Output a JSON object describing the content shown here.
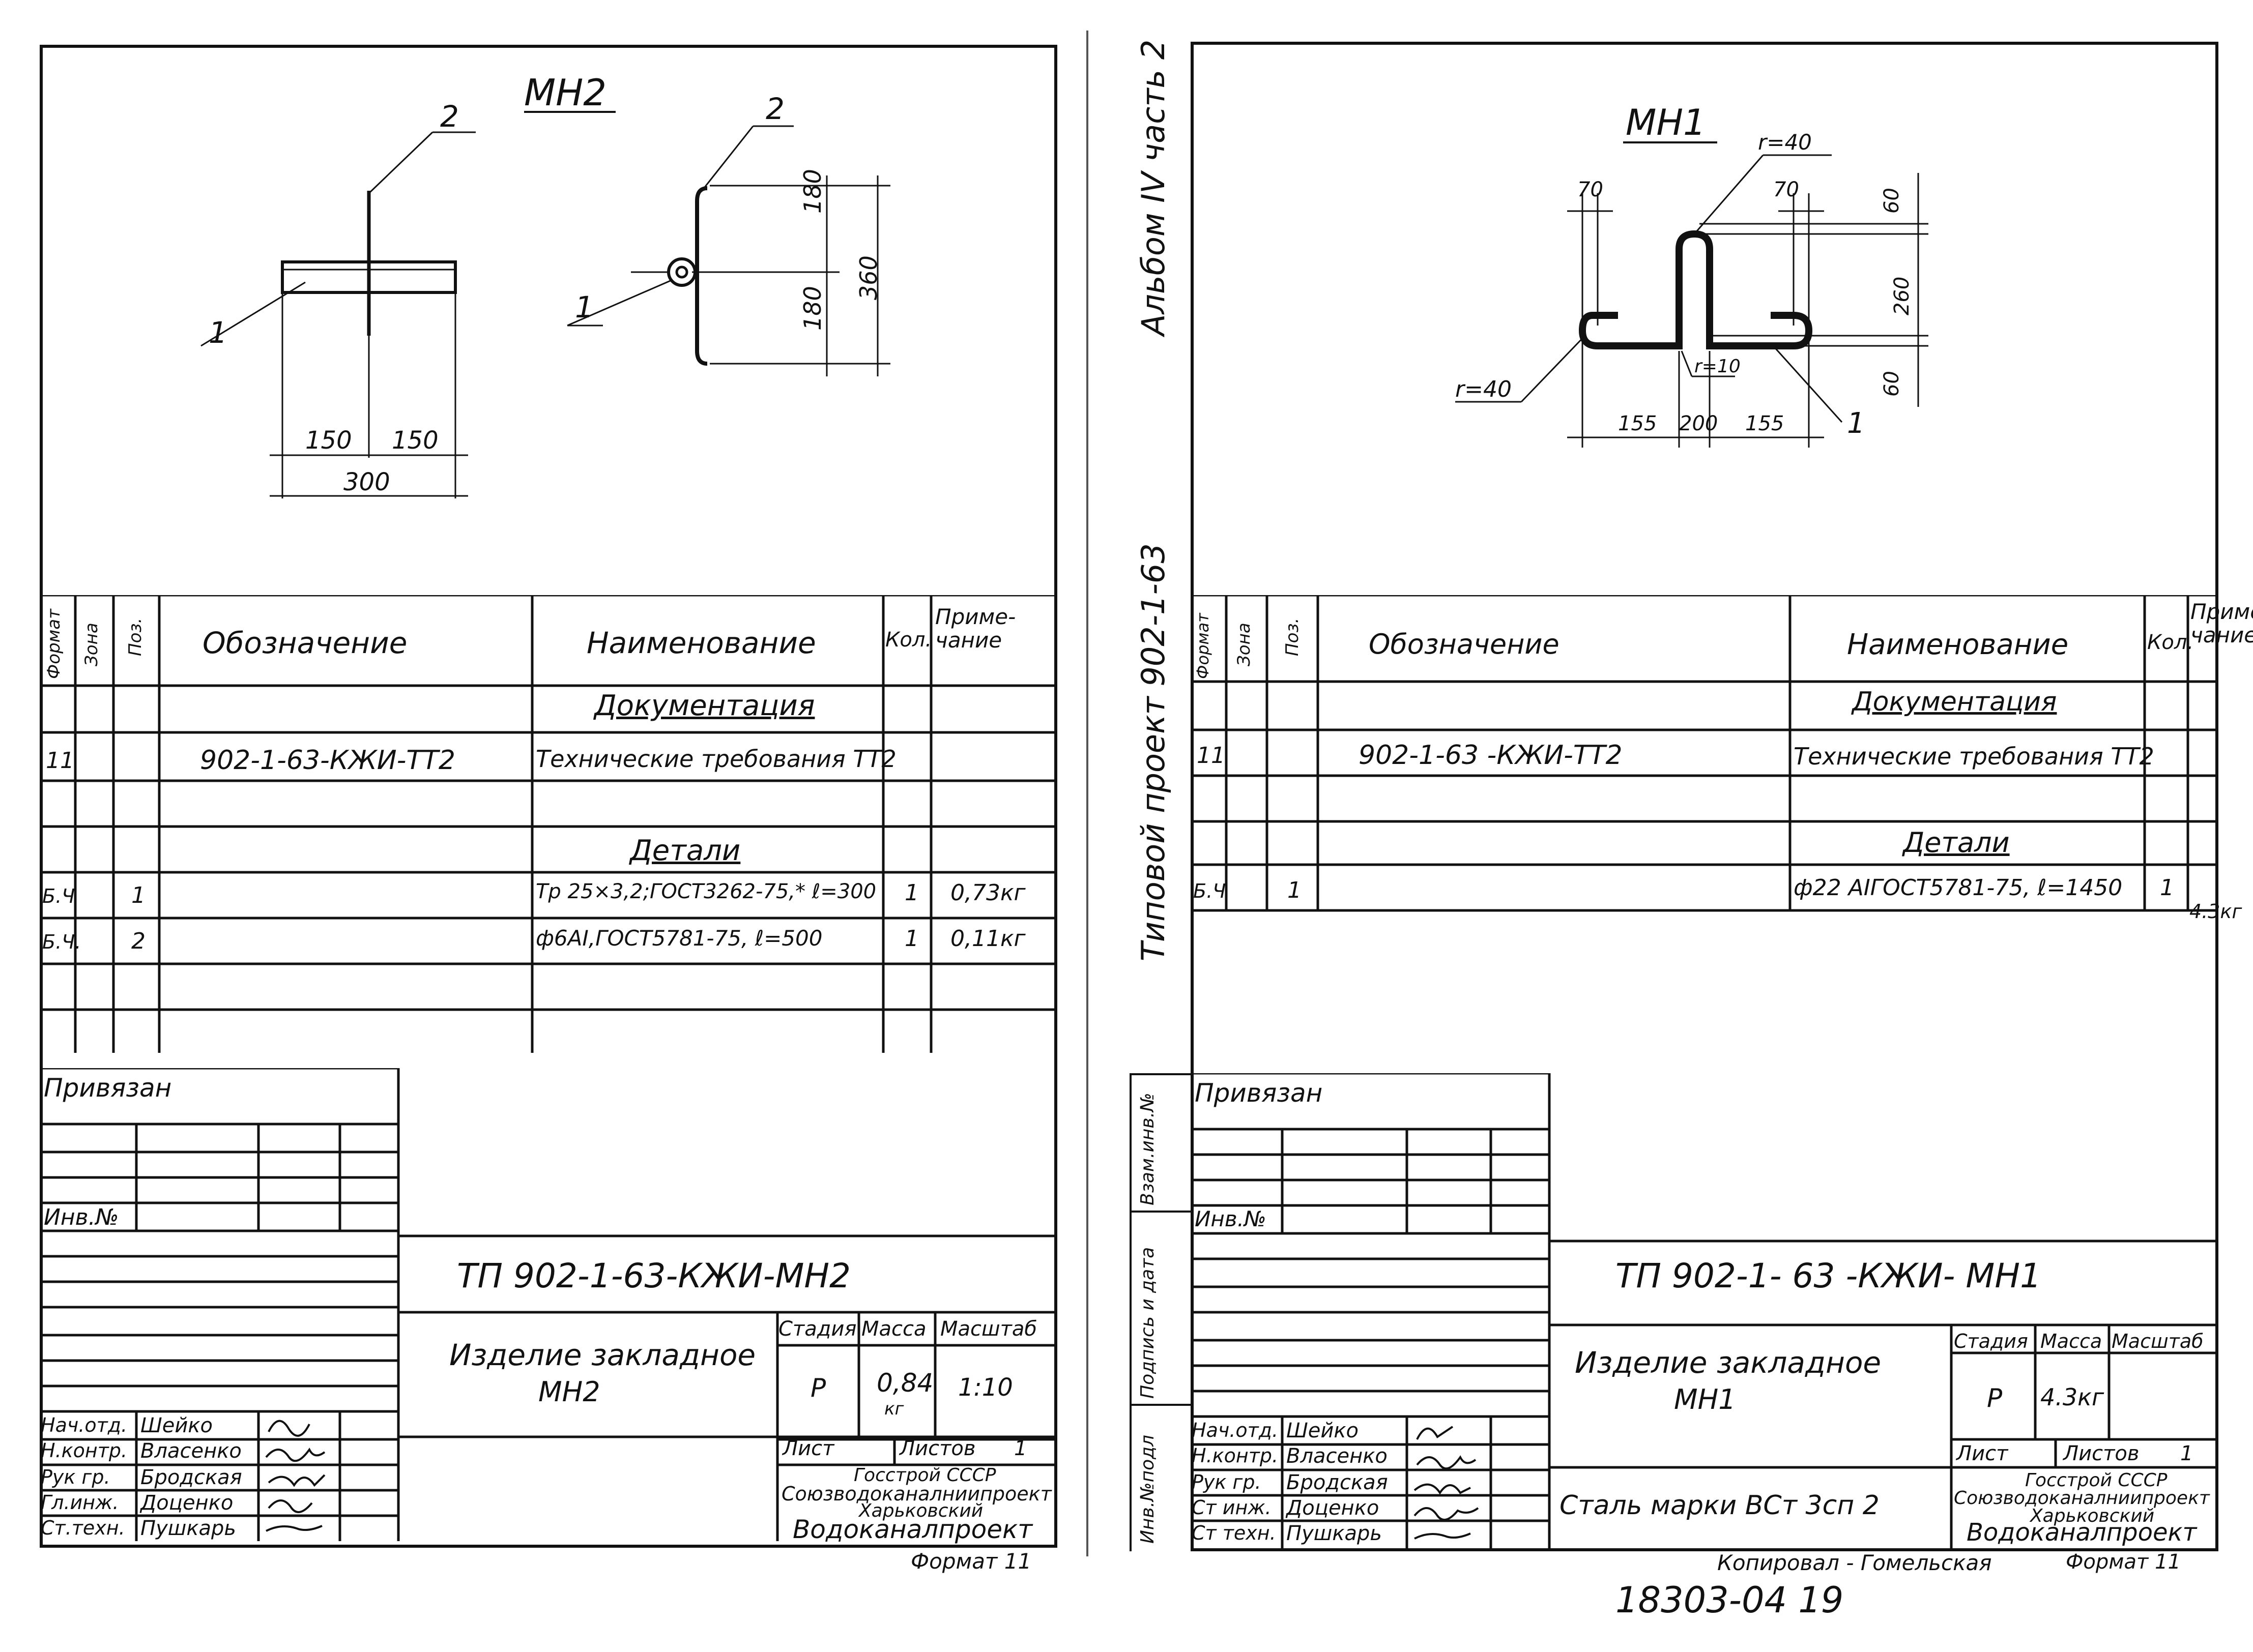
{
  "left": {
    "drawing_title": "МН2",
    "labels": {
      "pos1_a": "1",
      "pos2_a": "2",
      "pos1_b": "1",
      "pos2_b": "2",
      "dim_150a": "150",
      "dim_150b": "150",
      "dim_300": "300",
      "dim_180a": "180",
      "dim_180b": "180",
      "dim_360": "360"
    },
    "spec_headers": {
      "format": "Формат",
      "zone": "Зона",
      "pos": "Поз.",
      "designation": "Обозначение",
      "name": "Наименование",
      "qty": "Кол.",
      "note": "Приме-чание"
    },
    "spec_rows": {
      "section_docs": "Документация",
      "doc_format": "11",
      "doc_designation": "902-1-63-КЖИ-ТТ2",
      "doc_name": "Технические требования ТТ2",
      "section_parts": "Детали",
      "r1_format": "Б.Ч",
      "r1_pos": "1",
      "r1_name": "Тр 25×3,2;ГОСТ3262-75,* ℓ=300",
      "r1_qty": "1",
      "r1_note": "0,73кг",
      "r2_format": "Б.Ч.",
      "r2_pos": "2",
      "r2_name": "ф6АI,ГОСТ5781-75,  ℓ=500",
      "r2_qty": "1",
      "r2_note": "0,11кг"
    },
    "stamp": {
      "privyazan": "Привязан",
      "inv_no": "Инв.№",
      "doc_code": "ТП 902-1-63-КЖИ-МН2",
      "item_name": "Изделие закладное",
      "item_mark": "МН2",
      "stage_h": "Стадия",
      "mass_h": "Масса",
      "scale_h": "Масштаб",
      "stage": "Р",
      "mass": "0,84",
      "mass_unit": "кг",
      "scale": "1:10",
      "sheet_h": "Лист",
      "sheets_h": "Листов",
      "sheets": "1",
      "org1": "Госстрой   СССР",
      "org2": "Союзводоканалниипроект",
      "org3": "Харьковский",
      "org4": "Водоканалпроект",
      "roles": [
        "Нач.отд.",
        "Н.контр.",
        "Рук гр.",
        "Гл.инж.",
        "Ст.техн."
      ],
      "names": [
        "Шейко",
        "Власенко",
        "Бродская",
        "Доценко",
        "Пушкарь"
      ]
    },
    "format_label": "Формат 11"
  },
  "right": {
    "drawing_title": "МН1",
    "side_text": "Альбом IV часть 2",
    "side_text2": "Типовой   проект   902-1-63",
    "side_boxes": [
      "Взам.инв.№",
      "Подпись и дата",
      "Инв.№подл"
    ],
    "labels": {
      "r40_top": "r=40",
      "r40_left": "r=40",
      "r10": "r=10",
      "dim_70a": "70",
      "dim_70b": "70",
      "dim_60a": "60",
      "dim_260": "260",
      "dim_60b": "60",
      "dim_155a": "155",
      "dim_200": "200",
      "dim_155b": "155",
      "pos1": "1"
    },
    "spec_headers": {
      "format": "Формат",
      "zone": "Зона",
      "pos": "Поз.",
      "designation": "Обозначение",
      "name": "Наименование",
      "qty": "Кол.",
      "note": "Приме-чание"
    },
    "spec_rows": {
      "section_docs": "Документация",
      "doc_format": "11",
      "doc_designation": "902-1-63 -КЖИ-ТТ2",
      "doc_name": "Технические требования ТТ2",
      "section_parts": "Детали",
      "r1_format": "Б.Ч",
      "r1_pos": "1",
      "r1_name": "ф22 АIГОСТ5781-75, ℓ=1450",
      "r1_qty": "1",
      "r1_note": "4.3кг"
    },
    "stamp": {
      "privyazan": "Привязан",
      "inv_no": "Инв.№",
      "doc_code": "ТП 902-1- 63 -КЖИ- МН1",
      "item_name": "Изделие закладное",
      "item_mark": "МН1",
      "stage_h": "Стадия",
      "mass_h": "Масса",
      "scale_h": "Масштаб",
      "stage": "Р",
      "mass": "4.3кг",
      "scale": "",
      "sheet_h": "Лист",
      "sheets_h": "Листов",
      "sheets": "1",
      "material": "Сталь марки ВСт 3сп 2",
      "org1": "Госстрой   СССР",
      "org2": "Союзводоканалниипроект",
      "org3": "Харьковский",
      "org4": "Водоканалпроект",
      "roles": [
        "Нач.отд.",
        "Н.контр.",
        "Рук гр.",
        "Ст инж.",
        "Ст техн."
      ],
      "names": [
        "Шейко",
        "Власенко",
        "Бродская",
        "Доценко",
        "Пушкарь"
      ]
    },
    "copied_by": "Копировал - Гомельская",
    "format_label": "Формат 11",
    "archive_no": "18303-04   19"
  }
}
